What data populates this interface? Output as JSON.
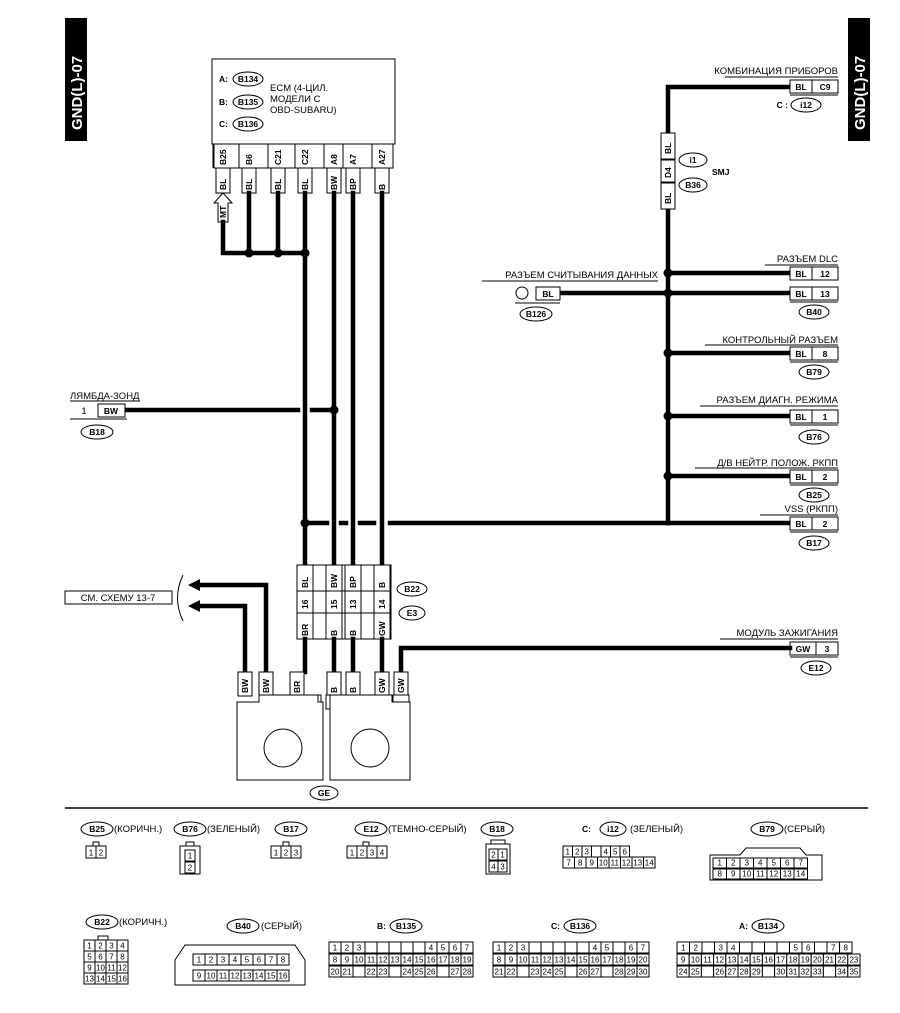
{
  "page_code": "GND(L)-07",
  "ecm": {
    "connectors": [
      "A:",
      "B:",
      "C:"
    ],
    "ids": [
      "B134",
      "B135",
      "B136"
    ],
    "lines": [
      "ECM (4-ЦИЛ.",
      "МОДЕЛИ С",
      "OBD-SUBARU)"
    ],
    "pins": [
      "B25",
      "B6",
      "C21",
      "C22",
      "A8",
      "A7",
      "A27"
    ],
    "colors": [
      "BL",
      "BL",
      "BL",
      "BL",
      "BW",
      "BP",
      "B"
    ],
    "mt": "MT"
  },
  "right": {
    "combo": {
      "title": "КОМБИНАЦИЯ ПРИБОРОВ",
      "color": "BL",
      "pin": "C9",
      "prefix": "C :",
      "id": "i12"
    },
    "smj": {
      "color_top": "BL",
      "pin": "D4",
      "color_bot": "BL",
      "id1": "i1",
      "id2": "B36",
      "label": "SMJ"
    },
    "dlc": {
      "title": "РАЗЪЕМ DLC",
      "colors": [
        "BL",
        "BL"
      ],
      "pins": [
        "12",
        "13"
      ],
      "id": "B40"
    },
    "data_read": {
      "title": "РАЗЪЕМ СЧИТЫВАНИЯ ДАННЫХ",
      "color": "BL",
      "id": "B126"
    },
    "check": {
      "title": "КОНТРОЛЬНЫЙ РАЗЪЕМ",
      "color": "BL",
      "pin": "8",
      "id": "B79"
    },
    "diag": {
      "title": "РАЗЪЕМ ДИАГН. РЕЖИМА",
      "color": "BL",
      "pin": "1",
      "id": "B76"
    },
    "neutral": {
      "title": "Д/В НЕЙТР. ПОЛОЖ. РКПП",
      "color": "BL",
      "pin": "2",
      "id": "B25"
    },
    "vss": {
      "title": "VSS (РКПП)",
      "color": "BL",
      "pin": "2",
      "id": "B17"
    },
    "ignition": {
      "title": "МОДУЛЬ ЗАЖИГАНИЯ",
      "color": "GW",
      "pin": "3",
      "id": "E12"
    }
  },
  "lambda": {
    "title": "ЛЯМБДА-ЗОНД",
    "pin": "1",
    "color": "BW",
    "id": "B18"
  },
  "see_scheme": "СМ. СХЕМУ 13-7",
  "b22": {
    "top_colors": [
      "BL",
      "BW",
      "BP",
      "B"
    ],
    "pins": [
      "16",
      "15",
      "13",
      "14"
    ],
    "bottom_colors": [
      "BR",
      "B",
      "B",
      "GW"
    ],
    "ids": [
      "B22",
      "E3"
    ]
  },
  "ground": {
    "left_colors": [
      "BW",
      "BW",
      "BR"
    ],
    "right_colors": [
      "B",
      "B",
      "GW",
      "GW"
    ],
    "label": "GE"
  },
  "legend": {
    "b25": {
      "id": "B25",
      "label": "(КОРИЧН.)",
      "cells": [
        "1",
        "2"
      ]
    },
    "b76": {
      "id": "B76",
      "label": "(ЗЕЛЕНЫЙ)",
      "cells": [
        "1",
        "2"
      ]
    },
    "b17": {
      "id": "B17",
      "cells": [
        "1",
        "2",
        "3"
      ]
    },
    "e12": {
      "id": "E12",
      "label": "(ТЕМНО-СЕРЫЙ)",
      "cells": [
        "1",
        "2",
        "3",
        "4"
      ]
    },
    "b18": {
      "id": "B18",
      "cells": [
        "2",
        "1",
        "4",
        "3"
      ]
    },
    "i12": {
      "prefix": "C:",
      "id": "i12",
      "label": "(ЗЕЛЕНЫЙ)",
      "row1": [
        "1",
        "2",
        "3",
        "",
        "4",
        "5",
        "6"
      ],
      "row2": [
        "7",
        "8",
        "9",
        "10",
        "11",
        "12",
        "13",
        "14"
      ]
    },
    "b79": {
      "id": "B79",
      "label": "(СЕРЫЙ)",
      "row1": [
        "1",
        "2",
        "3",
        "4",
        "5",
        "6",
        "7"
      ],
      "row2": [
        "8",
        "9",
        "10",
        "11",
        "12",
        "13",
        "14"
      ]
    },
    "b22": {
      "id": "B22",
      "label": "(КОРИЧН.)",
      "rows": [
        [
          "1",
          "2",
          "3",
          "4"
        ],
        [
          "5",
          "6",
          "7",
          "8"
        ],
        [
          "9",
          "10",
          "11",
          "12"
        ],
        [
          "13",
          "14",
          "15",
          "16"
        ]
      ]
    },
    "b40": {
      "id": "B40",
      "label": "(СЕРЫЙ)",
      "row1": [
        "1",
        "2",
        "3",
        "4",
        "5",
        "6",
        "7",
        "8"
      ],
      "row2": [
        "9",
        "10",
        "11",
        "12",
        "13",
        "14",
        "15",
        "16"
      ]
    },
    "b135": {
      "prefix": "B:",
      "id": "B135",
      "row1": [
        "1",
        "2",
        "3",
        "",
        "",
        "",
        "",
        "",
        "4",
        "5",
        "6",
        "7"
      ],
      "row2": [
        "8",
        "9",
        "10",
        "11",
        "12",
        "13",
        "14",
        "15",
        "16",
        "17",
        "18",
        "19"
      ],
      "row3": [
        "20",
        "21",
        "",
        "22",
        "23",
        "",
        "24",
        "25",
        "26",
        "",
        "27",
        "28"
      ]
    },
    "b136": {
      "prefix": "C:",
      "id": "B136",
      "row1": [
        "1",
        "2",
        "3",
        "",
        "",
        "",
        "",
        "",
        "4",
        "5",
        "",
        "6",
        "7"
      ],
      "row2": [
        "8",
        "9",
        "10",
        "11",
        "12",
        "13",
        "14",
        "15",
        "16",
        "17",
        "18",
        "19",
        "20"
      ],
      "row3": [
        "21",
        "22",
        "",
        "23",
        "24",
        "25",
        "",
        "26",
        "27",
        "",
        "28",
        "29",
        "30"
      ]
    },
    "b134": {
      "prefix": "A:",
      "id": "B134",
      "row1": [
        "1",
        "2",
        "",
        "3",
        "4",
        "",
        "",
        "",
        "",
        "5",
        "6",
        "",
        "7",
        "8"
      ],
      "row2": [
        "9",
        "10",
        "11",
        "12",
        "13",
        "14",
        "15",
        "16",
        "17",
        "18",
        "19",
        "20",
        "21",
        "22",
        "23"
      ],
      "row3": [
        "24",
        "25",
        "",
        "26",
        "27",
        "28",
        "29",
        "",
        "30",
        "31",
        "32",
        "33",
        "",
        "34",
        "35"
      ]
    }
  }
}
